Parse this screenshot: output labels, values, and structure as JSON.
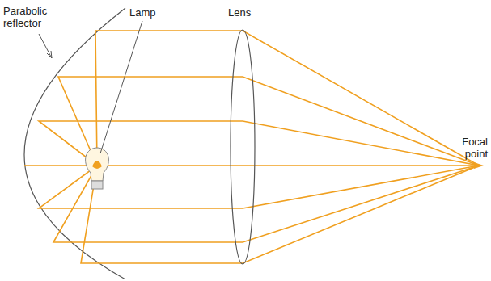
{
  "diagram": {
    "labels": [
      "Parabolic reflector",
      "Lamp",
      "Lens",
      "Focal point"
    ]
  }
}
